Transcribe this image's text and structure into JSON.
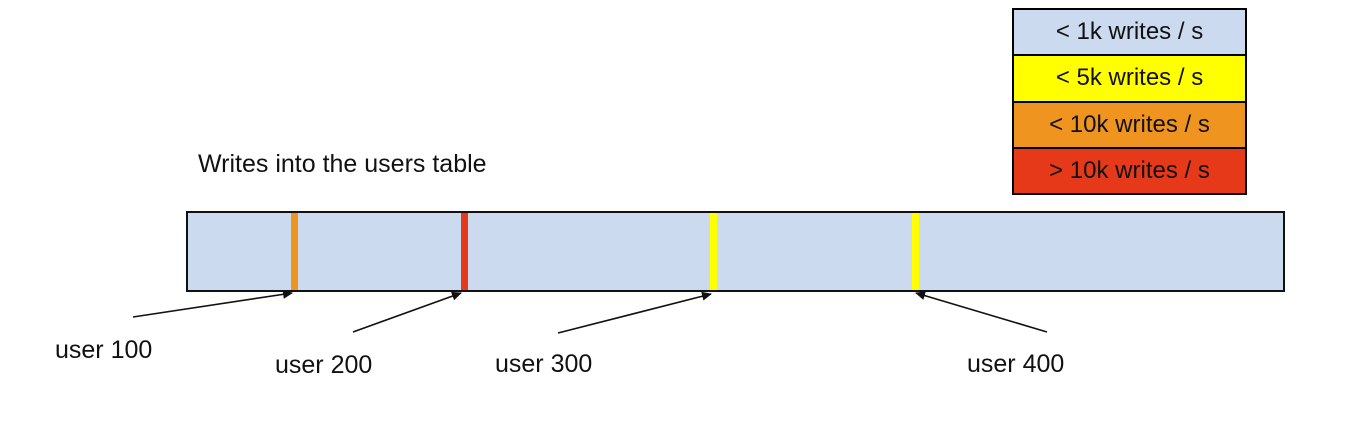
{
  "title": "Writes into the users table",
  "bar": {
    "fill": "#ccdaef",
    "border_color": "#111111"
  },
  "legend": {
    "items": [
      {
        "label": "< 1k writes / s",
        "color": "#ccdaef"
      },
      {
        "label": "< 5k writes / s",
        "color": "#ffff00"
      },
      {
        "label": "< 10k writes / s",
        "color": "#ef941e"
      },
      {
        "label": "> 10k writes / s",
        "color": "#e5391a"
      }
    ]
  },
  "users": [
    {
      "label": "user 100",
      "stripe_color": "#ef941e",
      "rate_band": "< 10k writes / s"
    },
    {
      "label": "user 200",
      "stripe_color": "#e5391a",
      "rate_band": "> 10k writes / s"
    },
    {
      "label": "user 300",
      "stripe_color": "#ffff00",
      "rate_band": "< 5k writes / s"
    },
    {
      "label": "user 400",
      "stripe_color": "#ffff00",
      "rate_band": "< 5k writes / s"
    }
  ]
}
